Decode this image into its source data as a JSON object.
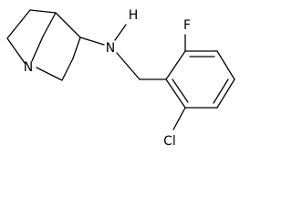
{
  "molecule": {
    "atom_labels": {
      "bridgehead_nitrogen": "N",
      "amine_nitrogen": "N",
      "amine_hydrogen": "H",
      "fluorine": "F",
      "chlorine": "Cl"
    },
    "colors": {
      "bond": "#000000",
      "label": "#000000",
      "background": "#ffffff"
    }
  }
}
